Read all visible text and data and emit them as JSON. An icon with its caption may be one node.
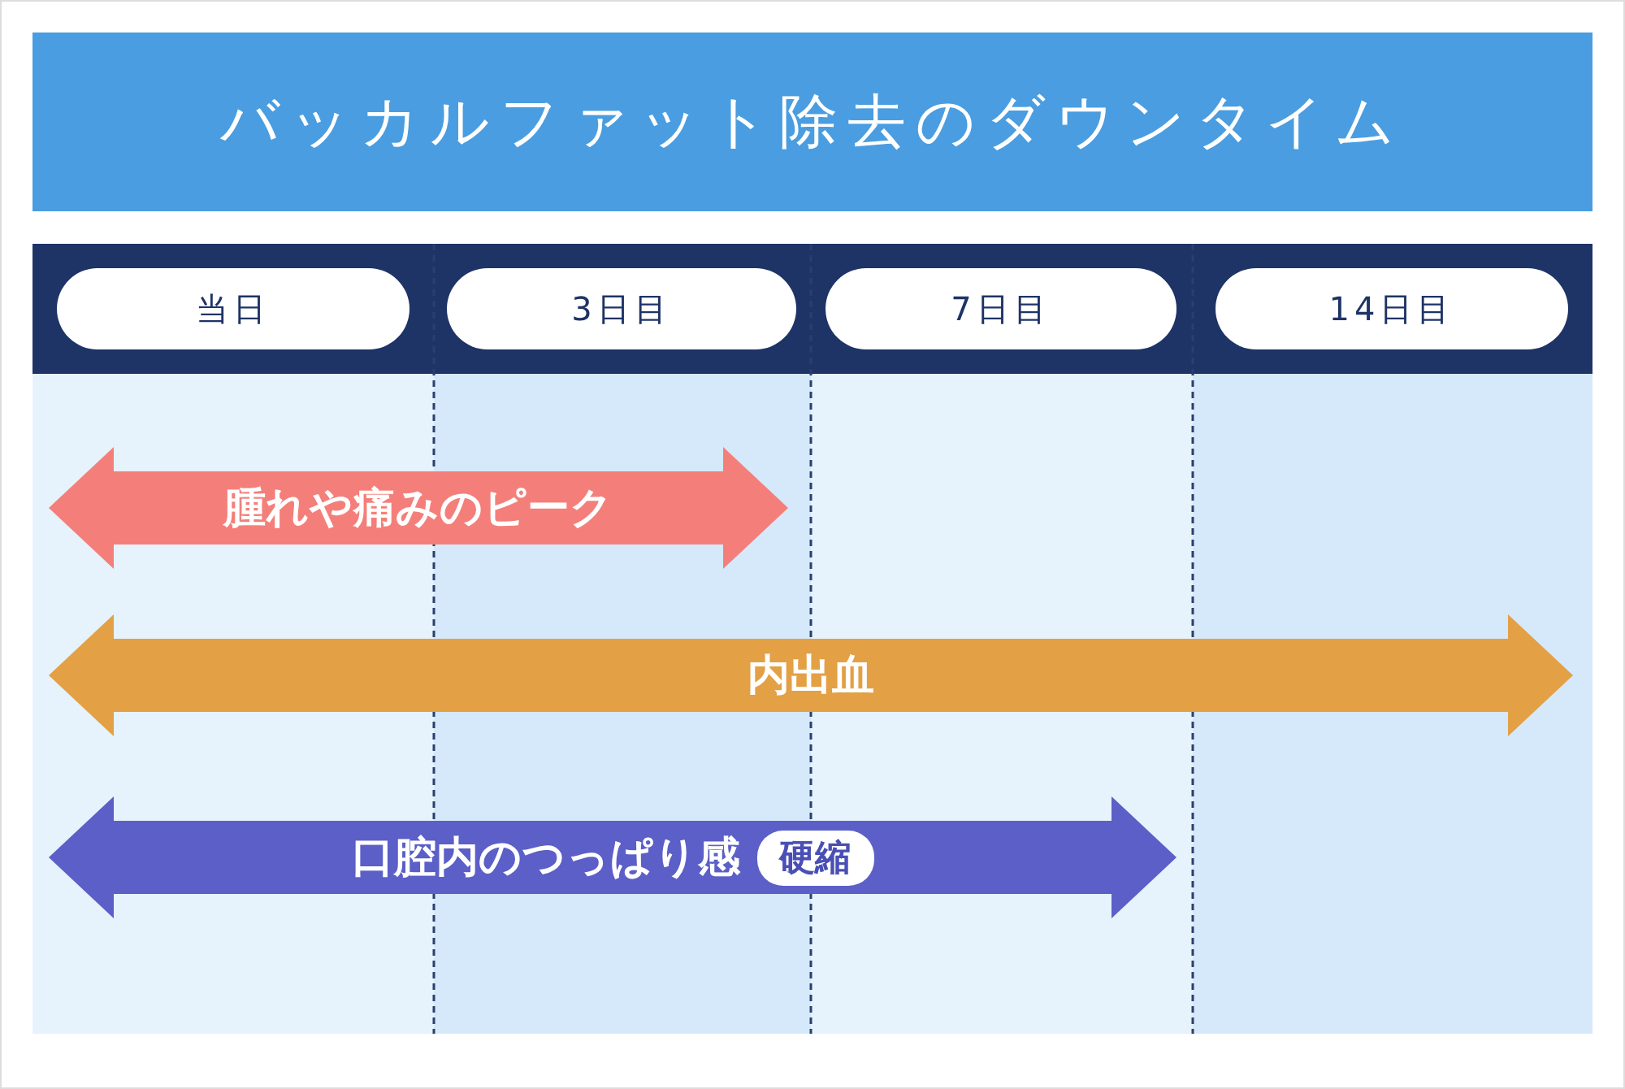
{
  "diagram": {
    "title": "バッカルファット除去のダウンタイム",
    "nodes": [
      {
        "text": [
          "当日"
        ]
      },
      {
        "text": [
          "3日目"
        ]
      },
      {
        "text": [
          "7日目"
        ]
      },
      {
        "text": [
          "14日目"
        ]
      },
      {
        "text": [
          "腫れや痛みのピーク"
        ]
      },
      {
        "text": [
          "内出血"
        ]
      },
      {
        "text": [
          "口腔内のつっぱり感"
        ]
      },
      {
        "text": [
          "硬縮"
        ],
        "in": 6
      }
    ],
    "edges": []
  }
}
